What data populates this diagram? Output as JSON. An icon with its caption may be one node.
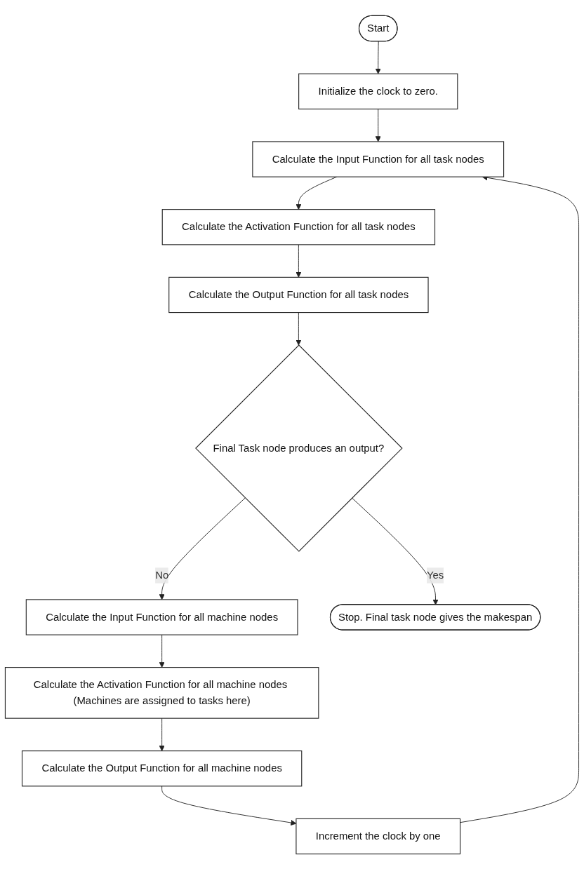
{
  "diagram": {
    "nodes": [
      {
        "text": [
          "Start"
        ]
      },
      {
        "text": [
          "Initialize the clock to zero."
        ]
      },
      {
        "text": [
          "Calculate the Input Function for all task nodes"
        ]
      },
      {
        "text": [
          "Calculate the Activation Function for all task nodes"
        ]
      },
      {
        "text": [
          "Calculate the Output Function for all task nodes"
        ]
      },
      {
        "text": [
          "Final Task node produces an output?"
        ]
      },
      {
        "text": [
          "Calculate the Input Function for all machine nodes"
        ]
      },
      {
        "text": [
          "Calculate the Activation Function for all machine nodes (Machines are assigned to tasks here)"
        ]
      },
      {
        "text": [
          "Calculate the Output Function for all machine nodes"
        ]
      },
      {
        "text": [
          "Increment the clock by one"
        ]
      },
      {
        "text": [
          "Stop. Final task node gives the makespan"
        ]
      }
    ],
    "edges": [
      {
        "from": 0,
        "to": 1,
        "arrow": "to"
      },
      {
        "from": 1,
        "to": 2,
        "arrow": "to"
      },
      {
        "from": 2,
        "to": 3,
        "arrow": "to"
      },
      {
        "from": 3,
        "to": 4,
        "arrow": "to"
      },
      {
        "from": 4,
        "to": 5,
        "arrow": "to"
      },
      {
        "from": 5,
        "to": 6,
        "label": "No",
        "arrow": "to"
      },
      {
        "from": 6,
        "to": 7,
        "arrow": "to"
      },
      {
        "from": 7,
        "to": 8,
        "arrow": "to"
      },
      {
        "from": 8,
        "to": 9,
        "arrow": "to"
      },
      {
        "from": 9,
        "to": 2,
        "arrow": "to"
      },
      {
        "from": 5,
        "to": 10,
        "label": "Yes",
        "arrow": "to"
      }
    ]
  }
}
